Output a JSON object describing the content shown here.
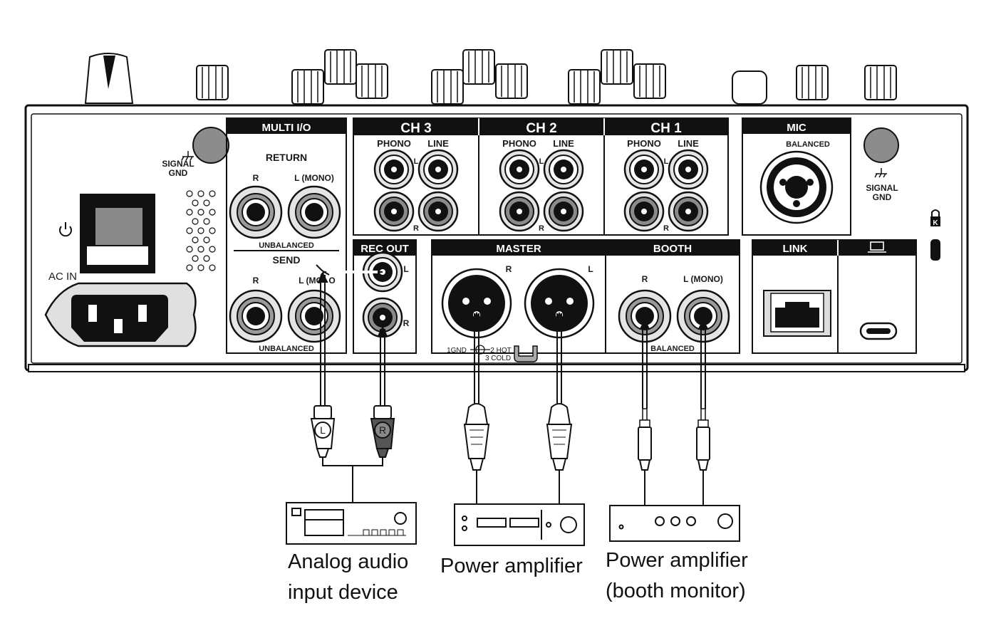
{
  "sections": {
    "multi_io": "MULTI I/O",
    "ch3": "CH 3",
    "ch2": "CH 2",
    "ch1": "CH 1",
    "mic": "MIC",
    "rec_out": "REC OUT",
    "master": "MASTER",
    "booth": "BOOTH",
    "link": "LINK"
  },
  "labels": {
    "signal_gnd": "SIGNAL",
    "gnd": "GND",
    "ac_in": "AC IN",
    "return": "RETURN",
    "send": "SEND",
    "r": "R",
    "l": "L",
    "l_mono": "L (MONO)",
    "l_mo": "L (MO",
    "o": "O",
    "unbalanced": "UNBALANCED",
    "balanced": "BALANCED",
    "phono": "PHONO",
    "line": "LINE",
    "gnd_1": "1GND",
    "hot_2": "2 HOT",
    "cold_3": "3 COLD",
    "plug_l": "L",
    "plug_r": "R"
  },
  "devices": {
    "analog_line1": "Analog audio",
    "analog_line2": "input device",
    "power_amp": "Power amplifier",
    "booth_line1": "Power amplifier",
    "booth_line2": "(booth monitor)"
  },
  "icons": [
    "power-icon",
    "computer-icon",
    "kensington-lock-icon",
    "ground-icon",
    "xlr-connector-icon",
    "rca-plug-icon",
    "phone-plug-icon"
  ]
}
